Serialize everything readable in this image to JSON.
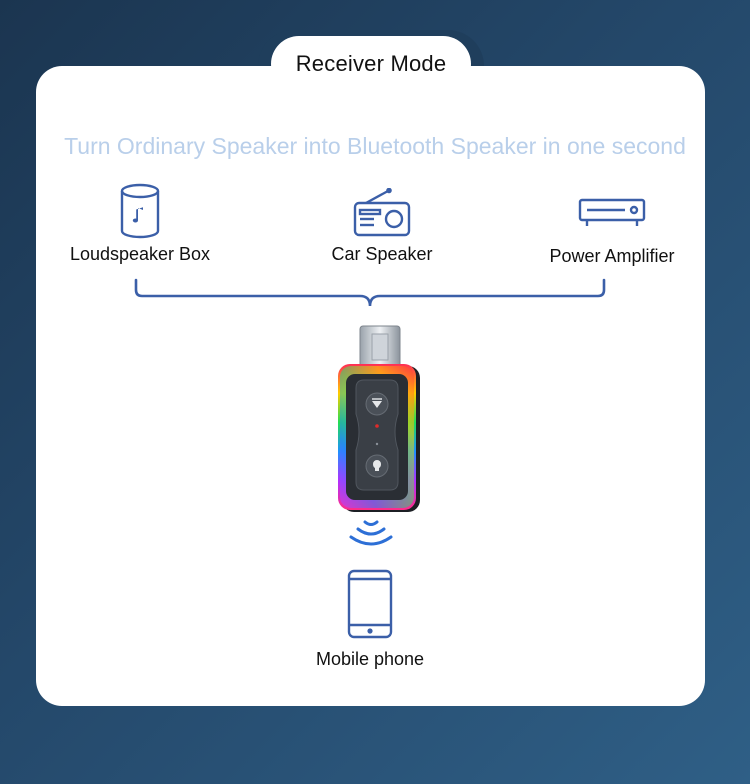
{
  "header": {
    "mode_title": "Receiver Mode"
  },
  "tagline": "Turn Ordinary Speaker into Bluetooth Speaker in one second",
  "devices": [
    {
      "label": "Loudspeaker Box",
      "icon": "loudspeaker-box-icon"
    },
    {
      "label": "Car Speaker",
      "icon": "car-radio-icon"
    },
    {
      "label": "Power Amplifier",
      "icon": "power-amplifier-icon"
    }
  ],
  "phone": {
    "label": "Mobile phone",
    "icon": "mobile-phone-icon"
  },
  "colors": {
    "background": "#24486a",
    "icon_blue": "#3b5fa8",
    "tagline": "#b9cfea",
    "signal": "#2d6fd6"
  }
}
